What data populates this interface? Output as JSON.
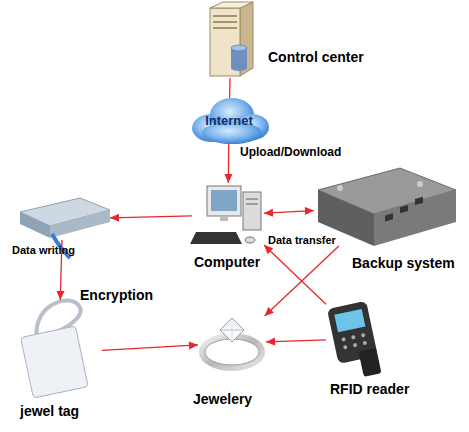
{
  "diagram": {
    "nodes": [
      {
        "text": [
          "Control center"
        ]
      },
      {
        "text": [
          "Internet"
        ]
      },
      {
        "text": [
          "Computer"
        ]
      },
      {
        "text": [
          "Data writing"
        ]
      },
      {
        "text": [
          "Backup system"
        ]
      },
      {
        "text": [
          "jewel tag"
        ]
      },
      {
        "text": [
          "Jewelery"
        ]
      },
      {
        "text": [
          "RFID reader"
        ]
      }
    ],
    "edges": [
      {
        "from": 0,
        "to": 1,
        "arrow": "none"
      },
      {
        "from": 1,
        "to": 2,
        "arrow": "to",
        "label": "Upload/Download"
      },
      {
        "from": 2,
        "to": 3,
        "arrow": "to"
      },
      {
        "from": 2,
        "to": 4,
        "arrow": "both",
        "label": "Data transfer"
      },
      {
        "from": 3,
        "to": 5,
        "arrow": "to",
        "label": "Encryption"
      },
      {
        "from": 5,
        "to": 6,
        "arrow": "to"
      },
      {
        "from": 4,
        "to": 6,
        "arrow": "to"
      },
      {
        "from": 7,
        "to": 2,
        "arrow": "to"
      },
      {
        "from": 7,
        "to": 6,
        "arrow": "to"
      }
    ]
  }
}
